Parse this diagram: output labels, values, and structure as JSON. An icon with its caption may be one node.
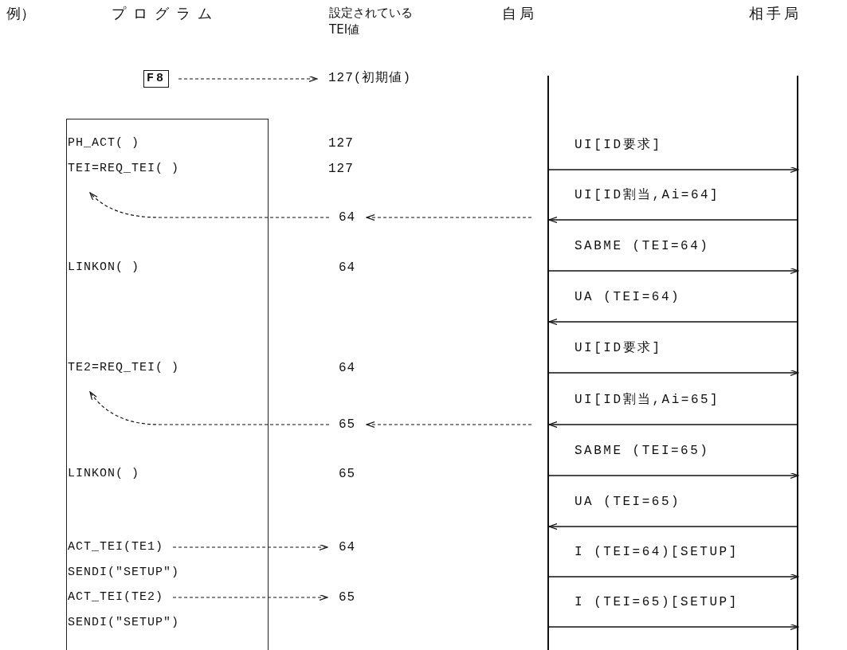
{
  "diagram": {
    "nodes": [
      {
        "text": [
          "自局"
        ]
      },
      {
        "text": [
          "相手局"
        ]
      },
      {
        "text": [
          "F8"
        ]
      },
      {
        "text": [
          "127(初期値)"
        ]
      },
      {
        "text": [],
        "shape": "box"
      },
      {
        "text": [
          "TEI=REQ_TEI( )"
        ],
        "in": 4
      },
      {
        "text": [
          "64"
        ]
      },
      {
        "text": [
          "TE2=REQ_TEI( )"
        ],
        "in": 4
      },
      {
        "text": [
          "65"
        ]
      },
      {
        "text": [
          "ACT_TEI(TE1)"
        ],
        "in": 4
      },
      {
        "text": [
          "64"
        ]
      },
      {
        "text": [
          "ACT_TEI(TE2)"
        ],
        "in": 4
      },
      {
        "text": [
          "65"
        ]
      }
    ],
    "edges": [
      {
        "from": 2,
        "to": 3,
        "arrow": "to",
        "style": "dashed"
      },
      {
        "from": 0,
        "to": 1,
        "arrow": "to",
        "label": "UI[ID要求]"
      },
      {
        "from": 1,
        "to": 0,
        "arrow": "to",
        "label": "UI[ID割当,Ai=64]"
      },
      {
        "from": 0,
        "to": 6,
        "arrow": "to",
        "style": "dashed"
      },
      {
        "from": 6,
        "to": 5,
        "arrow": "to",
        "style": "dashed"
      },
      {
        "from": 0,
        "to": 1,
        "arrow": "to",
        "label": "SABME (TEI=64)"
      },
      {
        "from": 1,
        "to": 0,
        "arrow": "to",
        "label": "UA (TEI=64)"
      },
      {
        "from": 0,
        "to": 1,
        "arrow": "to",
        "label": "UI[ID要求]"
      },
      {
        "from": 1,
        "to": 0,
        "arrow": "to",
        "label": "UI[ID割当,Ai=65]"
      },
      {
        "from": 0,
        "to": 8,
        "arrow": "to",
        "style": "dashed"
      },
      {
        "from": 8,
        "to": 7,
        "arrow": "to",
        "style": "dashed"
      },
      {
        "from": 0,
        "to": 1,
        "arrow": "to",
        "label": "SABME (TEI=65)"
      },
      {
        "from": 1,
        "to": 0,
        "arrow": "to",
        "label": "UA (TEI=65)"
      },
      {
        "from": 9,
        "to": 10,
        "arrow": "to",
        "style": "dashed"
      },
      {
        "from": 0,
        "to": 1,
        "arrow": "to",
        "label": "I (TEI=64)[SETUP]"
      },
      {
        "from": 11,
        "to": 12,
        "arrow": "to",
        "style": "dashed"
      },
      {
        "from": 0,
        "to": 1,
        "arrow": "to",
        "label": "I (TEI=65)[SETUP]"
      }
    ],
    "labels": [
      "例）",
      "プログラム",
      "設定されているTEI値",
      "PH_ACT( )",
      "127",
      "127",
      "LINKON( )",
      "64",
      "64",
      "LINKON( )",
      "65",
      "SENDI(\"SETUP\")",
      "SENDI(\"SETUP\")"
    ]
  }
}
